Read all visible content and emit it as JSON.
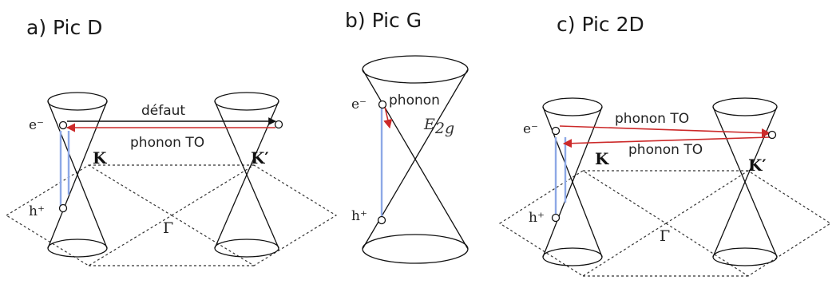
{
  "panels": [
    {
      "title": "a) Pic D",
      "electron": "e⁻",
      "hole": "h⁺",
      "point_k": "K",
      "point_k_prime": "K′",
      "gamma": "Γ",
      "label_defect": "défaut",
      "label_phonon": "phonon TO"
    },
    {
      "title": "b) Pic G",
      "electron": "e⁻",
      "hole": "h⁺",
      "label_phonon": "phonon",
      "mode": "E",
      "mode_sub": "2g"
    },
    {
      "title": "c) Pic 2D",
      "electron": "e⁻",
      "hole": "h⁺",
      "point_k": "K",
      "point_k_prime": "K′",
      "gamma": "Γ",
      "label_phonon_1": "phonon TO",
      "label_phonon_2": "phonon TO"
    }
  ],
  "colors": {
    "phonon_arrow": "#cc2a2a",
    "photon_line": "#8da8e6",
    "cone": "#111111"
  }
}
